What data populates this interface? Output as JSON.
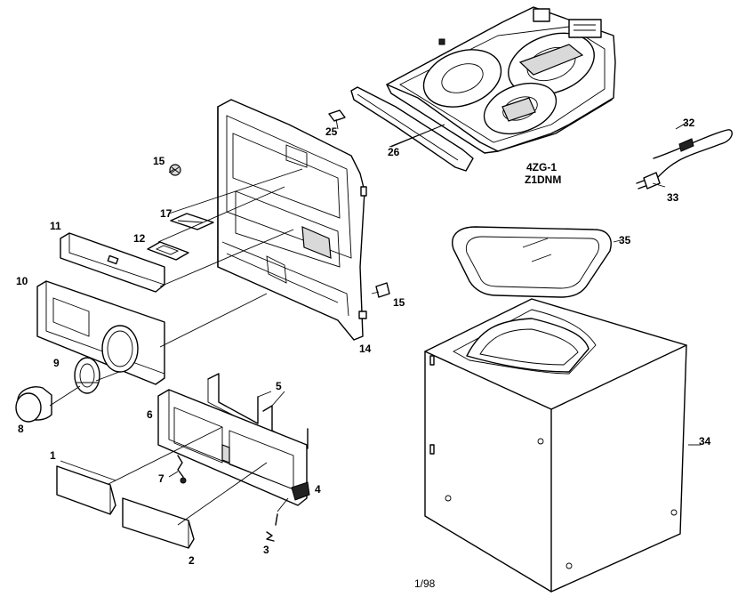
{
  "labels": {
    "p1": "1",
    "p2": "2",
    "p3": "3",
    "p4": "4",
    "p5": "5",
    "p6": "6",
    "p7": "7",
    "p8": "8",
    "p9": "9",
    "p10": "10",
    "p11": "11",
    "p12": "12",
    "p14": "14",
    "p15a": "15",
    "p15b": "15",
    "p17": "17",
    "p25": "25",
    "p26": "26",
    "p32": "32",
    "p33": "33",
    "p34": "34",
    "p35": "35"
  },
  "mechanism": {
    "model_line1": "4ZG-1",
    "model_line2": "Z1DNM"
  },
  "footer": {
    "code": "1/98"
  }
}
